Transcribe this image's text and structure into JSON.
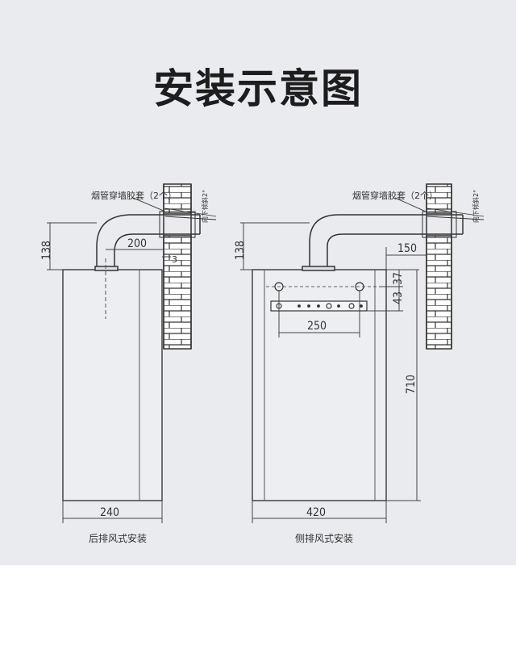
{
  "title": "安装示意图",
  "left": {
    "sleeve_label": "烟管穿墙胶套（2个）",
    "slope_label": "向下倾斜2°",
    "dim_height": "138",
    "dim_offset": "200",
    "dim_gap": "3",
    "dim_width": "240",
    "caption": "后排风式安装"
  },
  "right": {
    "sleeve_label": "烟管穿墙胶套（2个）",
    "slope_label": "向下倾斜2°",
    "dim_height": "138",
    "dim_offset": "150",
    "dim_43": "43",
    "dim_37": "37",
    "dim_250": "250",
    "dim_710": "710",
    "dim_width": "420",
    "caption": "侧排风式安装"
  }
}
